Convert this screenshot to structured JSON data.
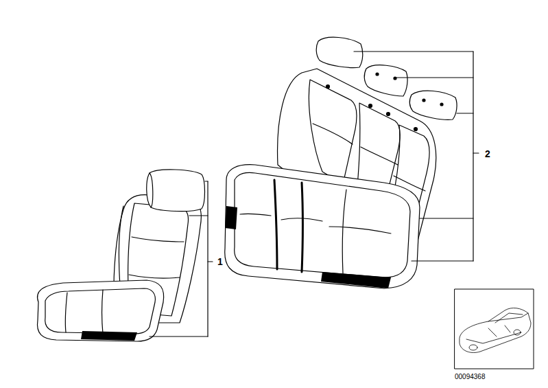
{
  "diagram": {
    "labels": [
      "1",
      "2",
      "00094368"
    ]
  }
}
